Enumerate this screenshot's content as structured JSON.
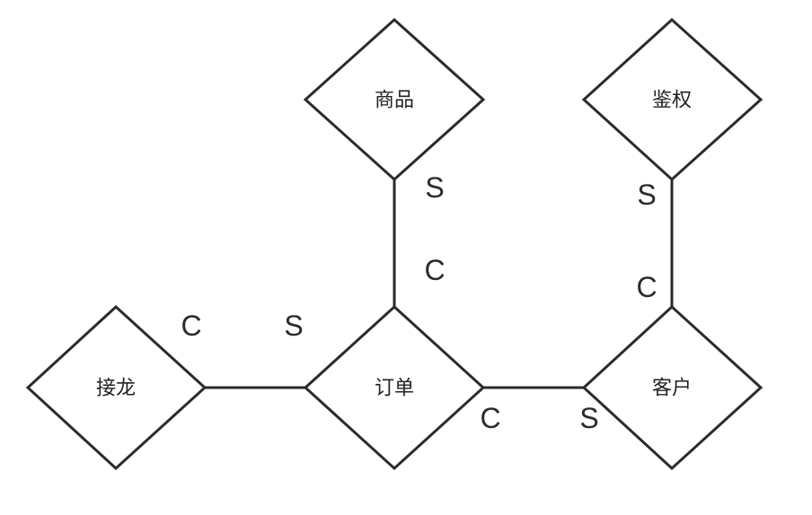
{
  "nodes": [
    {
      "id": "product",
      "label": "商品"
    },
    {
      "id": "auth",
      "label": "鉴权"
    },
    {
      "id": "relay",
      "label": "接龙"
    },
    {
      "id": "order",
      "label": "订单"
    },
    {
      "id": "customer",
      "label": "客户"
    }
  ],
  "edges": [
    {
      "from": "order",
      "to": "product",
      "from_role": "C",
      "to_role": "S"
    },
    {
      "from": "customer",
      "to": "auth",
      "from_role": "C",
      "to_role": "S"
    },
    {
      "from": "relay",
      "to": "order",
      "from_role": "C",
      "to_role": "S"
    },
    {
      "from": "order",
      "to": "customer",
      "from_role": "C",
      "to_role": "S"
    }
  ],
  "colors": {
    "stroke": "#2b2b2b",
    "fill": "#ffffff"
  }
}
